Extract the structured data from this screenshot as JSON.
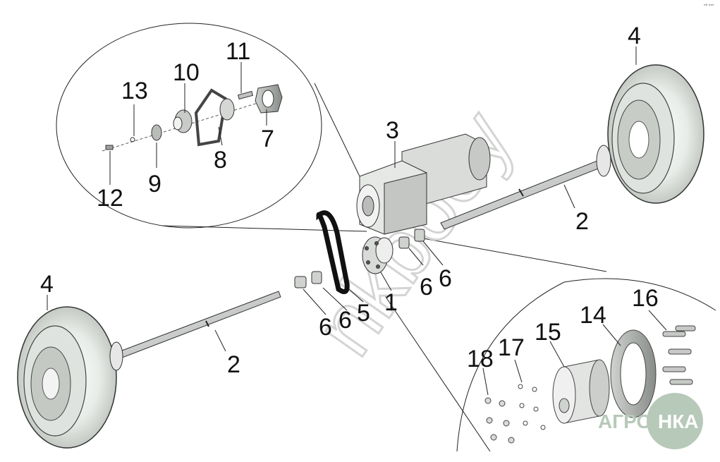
{
  "corner_mark": "ᵉᴮ ᵇᵉᵉ",
  "watermark": "nkbooy",
  "logo": {
    "left": "АГРО",
    "right": "НКА"
  },
  "labels": {
    "l1": "1",
    "l2a": "2",
    "l2b": "2",
    "l3": "3",
    "l4a": "4",
    "l4b": "4",
    "l5": "5",
    "l6a": "6",
    "l6b": "6",
    "l6c": "6",
    "l6d": "6",
    "l7": "7",
    "l8": "8",
    "l9": "9",
    "l10": "10",
    "l11": "11",
    "l12": "12",
    "l13": "13",
    "l14": "14",
    "l15": "15",
    "l16": "16",
    "l17": "17",
    "l18": "18"
  }
}
